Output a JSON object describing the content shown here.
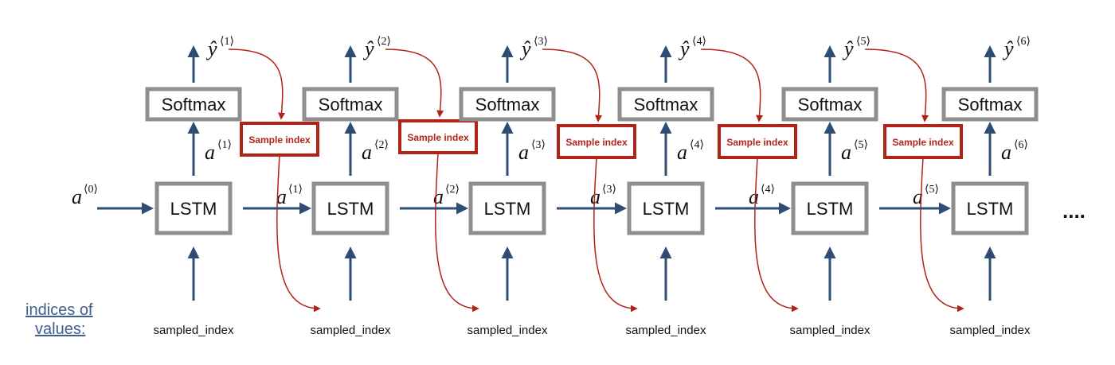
{
  "colors": {
    "arrow_blue": "#2e4d74",
    "sample_red": "#b02418",
    "box_gray": "#8e8e8e",
    "legend_blue": "#3e5f8e",
    "text": "#111111"
  },
  "initial_activation": {
    "symbol": "a",
    "index": "⟨0⟩"
  },
  "legend": {
    "line1": "indices of",
    "line2": "values:"
  },
  "continuation": "....",
  "steps": [
    {
      "lstm_label": "LSTM",
      "softmax_label": "Softmax",
      "sample_label": "Sample index",
      "output_symbol": "ŷ",
      "output_index": "⟨1⟩",
      "activation_symbol": "a",
      "activation_index": "⟨1⟩",
      "input_label": "sampled_index"
    },
    {
      "lstm_label": "LSTM",
      "softmax_label": "Softmax",
      "sample_label": "Sample index",
      "output_symbol": "ŷ",
      "output_index": "⟨2⟩",
      "activation_symbol": "a",
      "activation_index": "⟨2⟩",
      "input_label": "sampled_index"
    },
    {
      "lstm_label": "LSTM",
      "softmax_label": "Softmax",
      "sample_label": "Sample index",
      "output_symbol": "ŷ",
      "output_index": "⟨3⟩",
      "activation_symbol": "a",
      "activation_index": "⟨3⟩",
      "input_label": "sampled_index"
    },
    {
      "lstm_label": "LSTM",
      "softmax_label": "Softmax",
      "sample_label": "Sample index",
      "output_symbol": "ŷ",
      "output_index": "⟨4⟩",
      "activation_symbol": "a",
      "activation_index": "⟨4⟩",
      "input_label": "sampled_index"
    },
    {
      "lstm_label": "LSTM",
      "softmax_label": "Softmax",
      "sample_label": "Sample index",
      "output_symbol": "ŷ",
      "output_index": "⟨5⟩",
      "activation_symbol": "a",
      "activation_index": "⟨5⟩",
      "input_label": "sampled_index"
    },
    {
      "lstm_label": "LSTM",
      "softmax_label": "Softmax",
      "output_symbol": "ŷ",
      "output_index": "⟨6⟩",
      "activation_symbol": "a",
      "activation_index": "⟨6⟩",
      "input_label": "sampled_index"
    }
  ]
}
